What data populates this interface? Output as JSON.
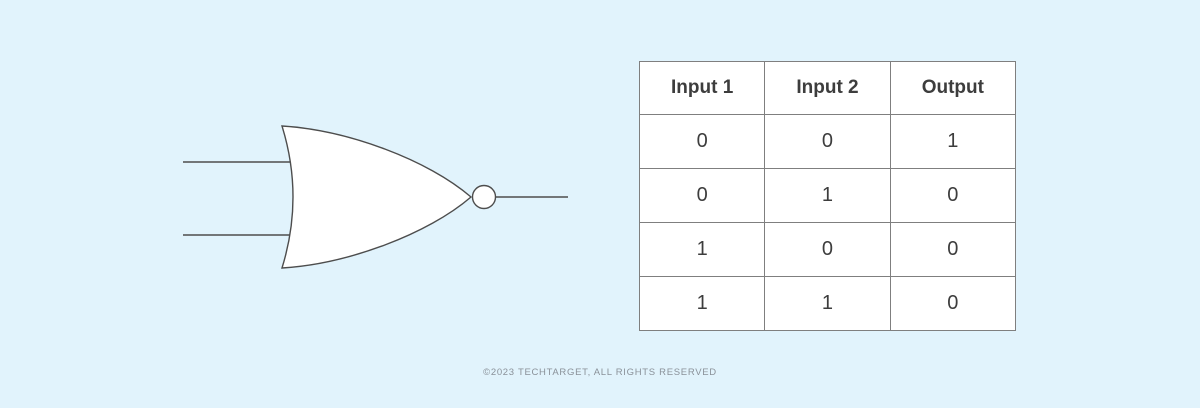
{
  "diagram": {
    "title": "NOR gate symbol with truth table",
    "gate_type": "NOR",
    "elements": {
      "input_line_1": "input 1 wire",
      "input_line_2": "input 2 wire",
      "gate_body": "OR-shaped gate body",
      "inversion_bubble": "output inversion bubble",
      "output_line": "output wire"
    }
  },
  "truth_table": {
    "headers": [
      "Input 1",
      "Input 2",
      "Output"
    ],
    "rows": [
      [
        "0",
        "0",
        "1"
      ],
      [
        "0",
        "1",
        "0"
      ],
      [
        "1",
        "0",
        "0"
      ],
      [
        "1",
        "1",
        "0"
      ]
    ]
  },
  "footer": {
    "copyright": "©2023 TECHTARGET, ALL RIGHTS RESERVED"
  },
  "colors": {
    "background": "#e1f3fc",
    "stroke": "#4d4d4d",
    "table_border": "#7f7f7f",
    "text": "#3d3d3d",
    "footer_text": "#8a9199",
    "gate_fill": "#ffffff"
  }
}
